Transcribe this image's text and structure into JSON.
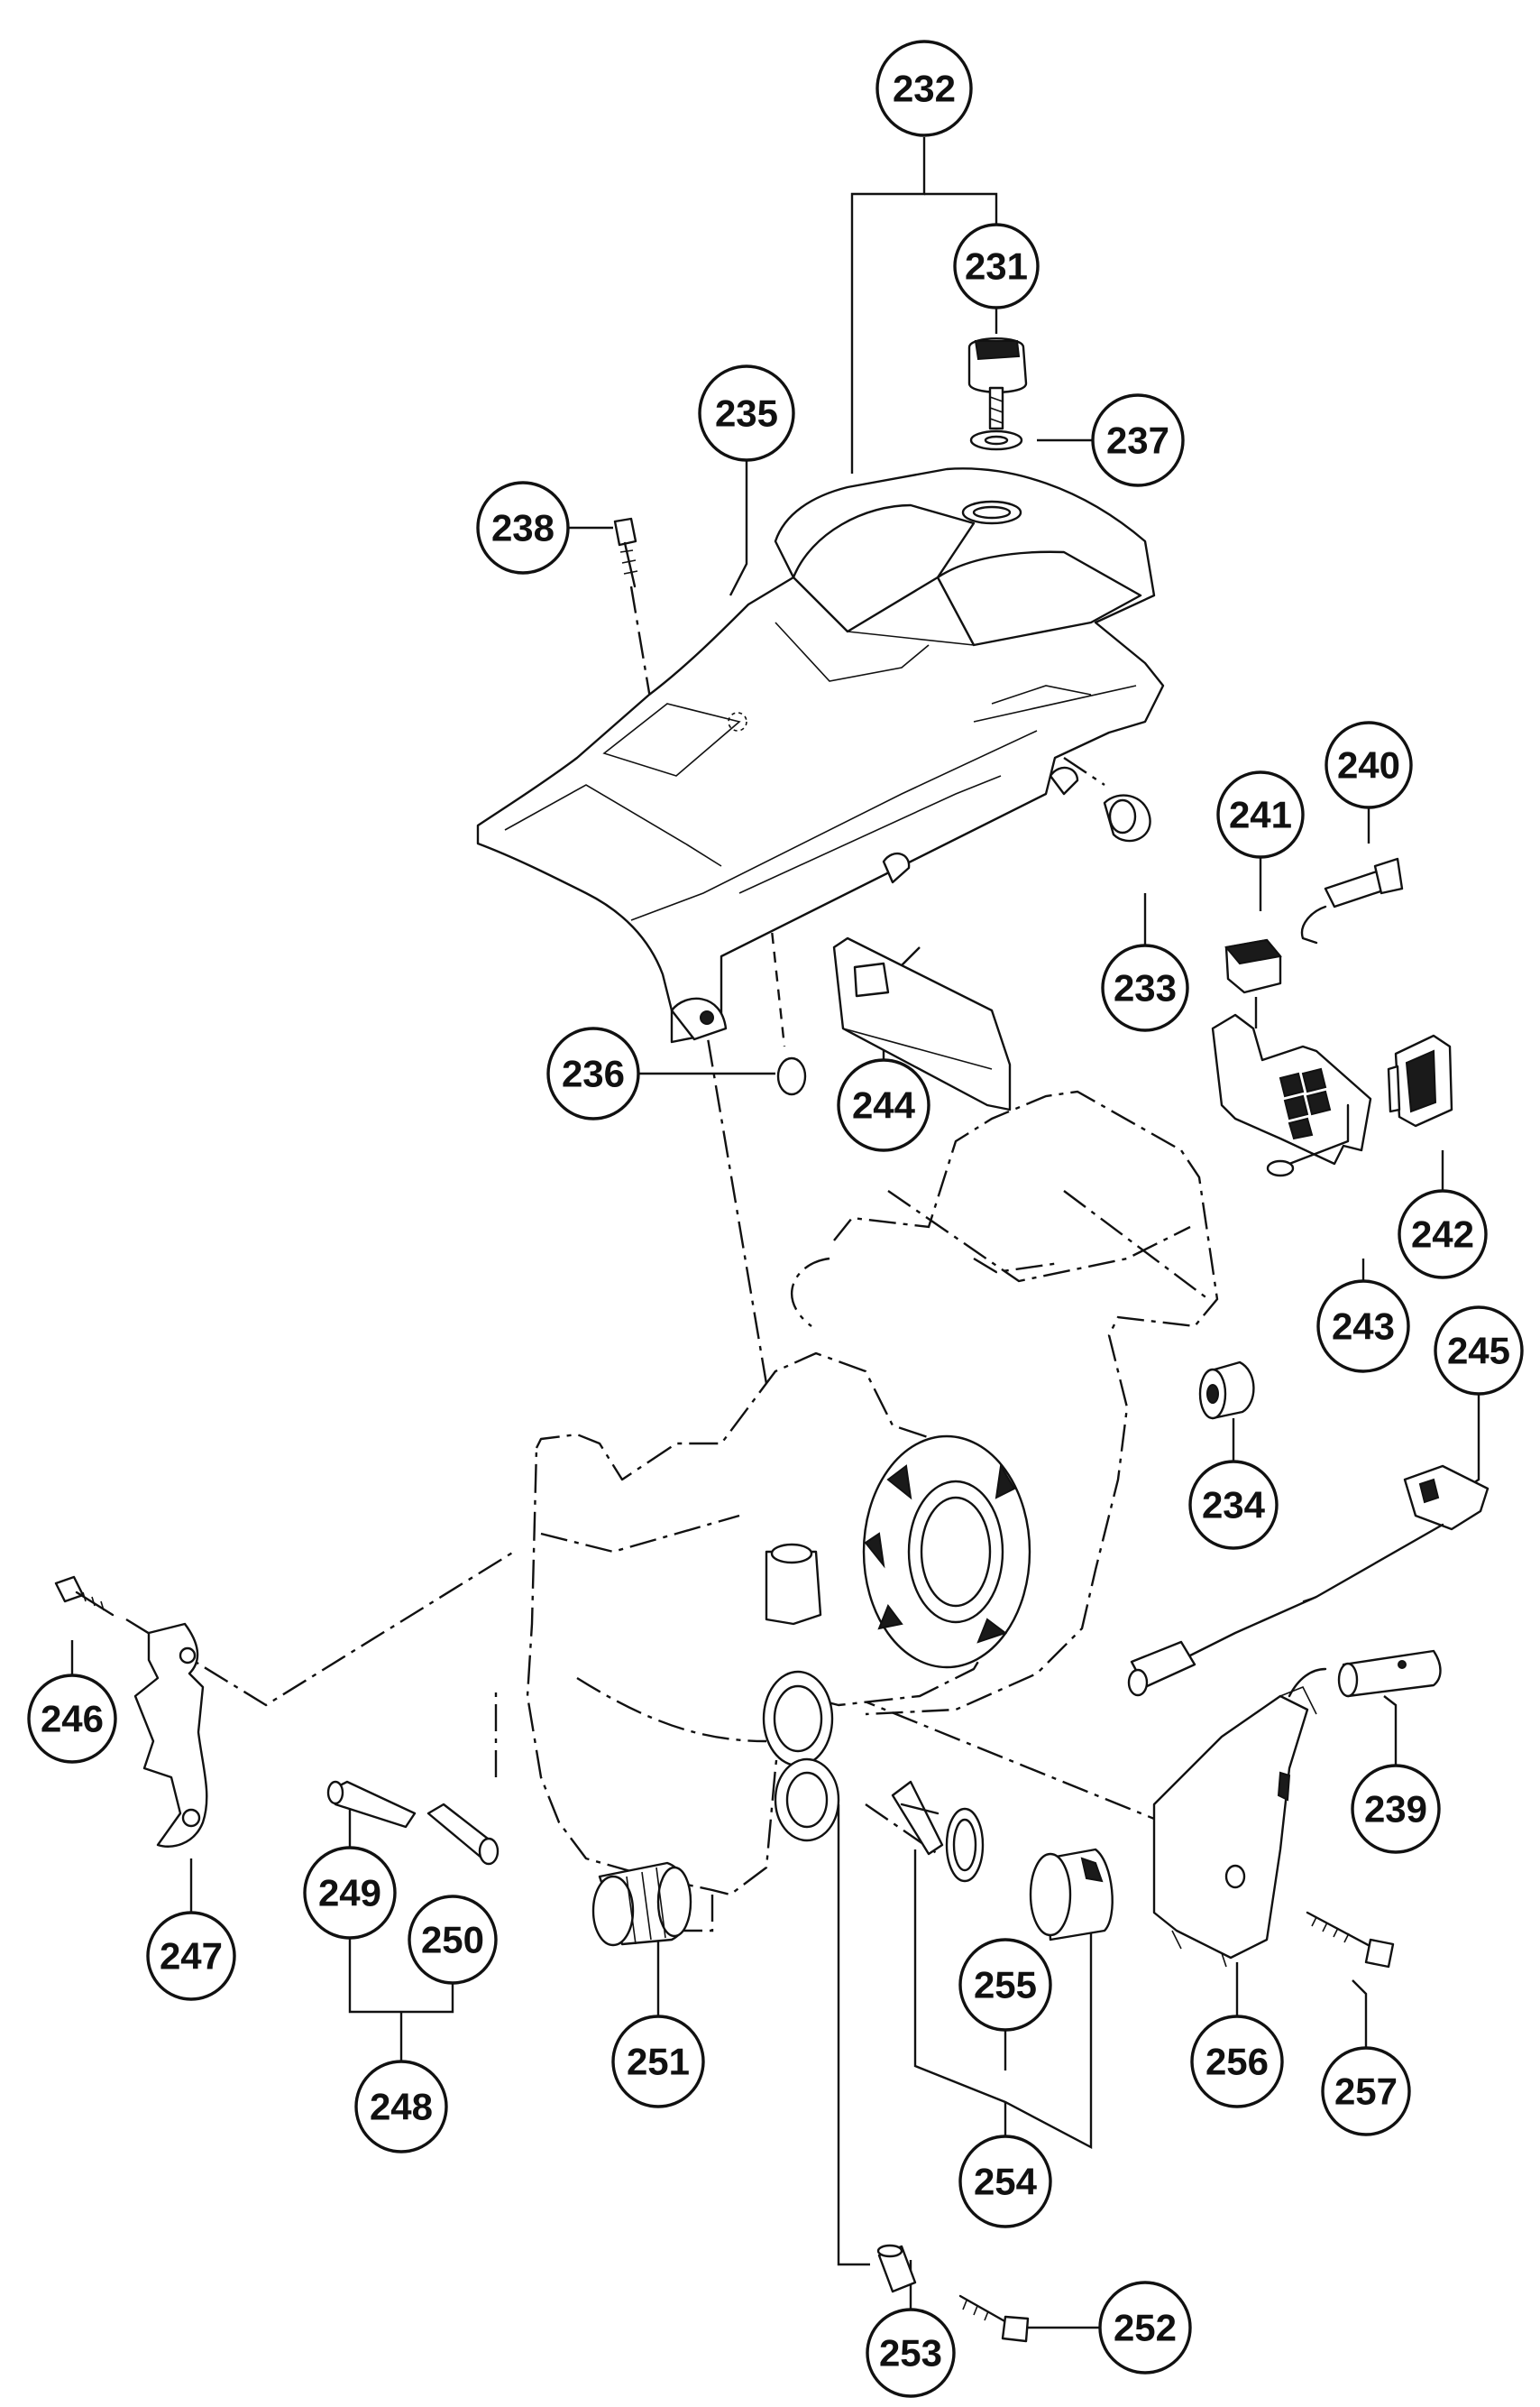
{
  "callouts": {
    "c231": "231",
    "c232": "232",
    "c233": "233",
    "c234": "234",
    "c235": "235",
    "c236": "236",
    "c237": "237",
    "c238": "238",
    "c239": "239",
    "c240": "240",
    "c241": "241",
    "c242": "242",
    "c243": "243",
    "c244": "244",
    "c245": "245",
    "c246": "246",
    "c247": "247",
    "c248": "248",
    "c249": "249",
    "c250": "250",
    "c251": "251",
    "c252": "252",
    "c253": "253",
    "c254": "254",
    "c255": "255",
    "c256": "256",
    "c257": "257"
  }
}
